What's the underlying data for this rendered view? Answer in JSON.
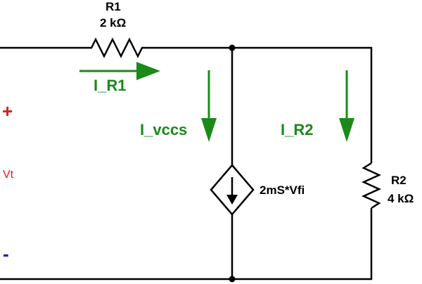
{
  "r1": {
    "name": "R1",
    "value": "2 kΩ"
  },
  "r2": {
    "name": "R2",
    "value": "4 kΩ"
  },
  "source": {
    "label": "2mS*Vfi"
  },
  "currents": {
    "i_r1": "I_R1",
    "i_vccs": "I_vccs",
    "i_r2": "I_R2"
  },
  "terminals": {
    "plus": "+",
    "minus": "-",
    "voltage": "Vt"
  },
  "colors": {
    "wire": "#000000",
    "current": "#1a8a1a",
    "plus": "#e0181b",
    "minus": "#1010e0"
  }
}
